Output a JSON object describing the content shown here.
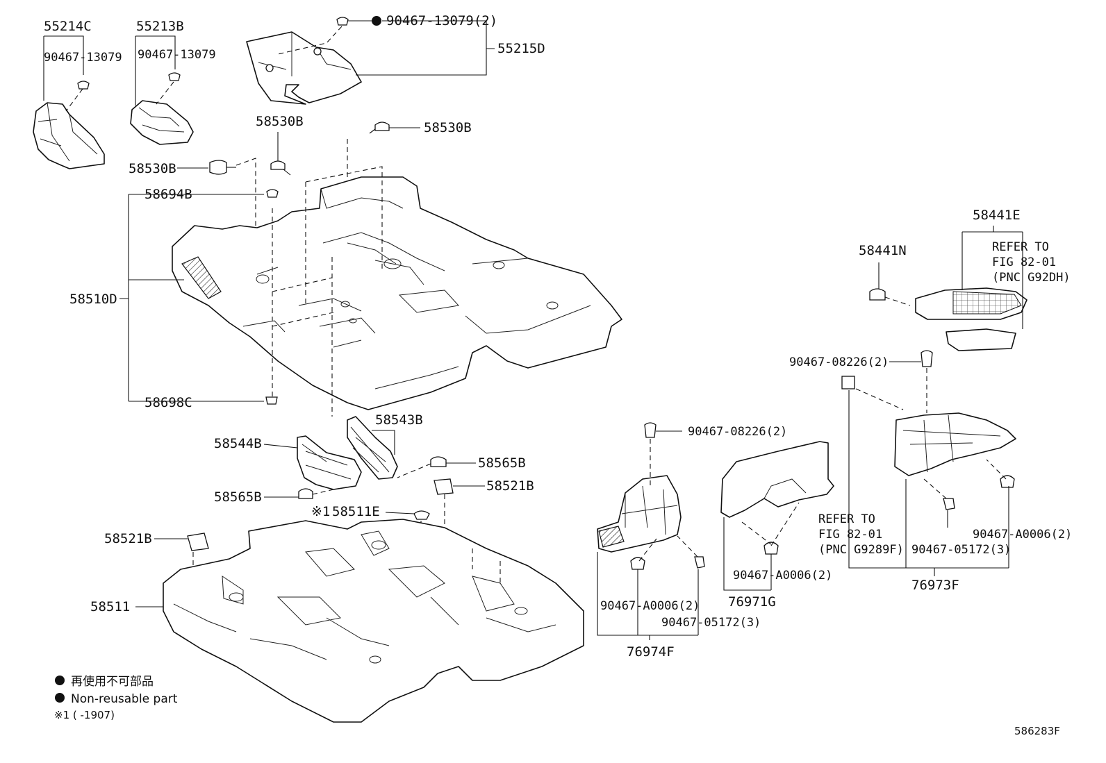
{
  "parts": {
    "p55214C": "55214C",
    "p55213B": "55213B",
    "p55215D": "55215D",
    "clip13079_a": "90467-13079",
    "clip13079_b": "90467-13079",
    "clip13079_c": "90467-13079(2)",
    "p58530B_a": "58530B",
    "p58530B_b": "58530B",
    "p58530B_c": "58530B",
    "p58694B": "58694B",
    "p58510D": "58510D",
    "p58698C": "58698C",
    "p58543B": "58543B",
    "p58544B": "58544B",
    "p58565B_a": "58565B",
    "p58565B_b": "58565B",
    "p58521B_a": "58521B",
    "p58521B_b": "58521B",
    "p58511E": "58511E",
    "note_mark": "※1",
    "p58511": "58511",
    "clip08226_a": "90467-08226(2)",
    "clipA0006_a": "90467-A0006(2)",
    "clip05172_a": "90467-05172(3)",
    "p76974F": "76974F",
    "clipA0006_b": "90467-A0006(2)",
    "p76971G": "76971G",
    "refer_a_1": "REFER TO",
    "refer_a_2": "FIG 82-01",
    "refer_a_3": "(PNC G9289F)",
    "p58441N": "58441N",
    "p58441E": "58441E",
    "refer_b_1": "REFER TO",
    "refer_b_2": "FIG 82-01",
    "refer_b_3": "(PNC G92DH)",
    "clip08226_b": "90467-08226(2)",
    "clipA0006_c": "90467-A0006(2)",
    "clip05172_b": "90467-05172(3)",
    "p76973F": "76973F"
  },
  "legend": {
    "jp": "再使用不可部品",
    "en": "Non-reusable part",
    "note": "※1 (     -1907)"
  },
  "figure_code": "586283F"
}
